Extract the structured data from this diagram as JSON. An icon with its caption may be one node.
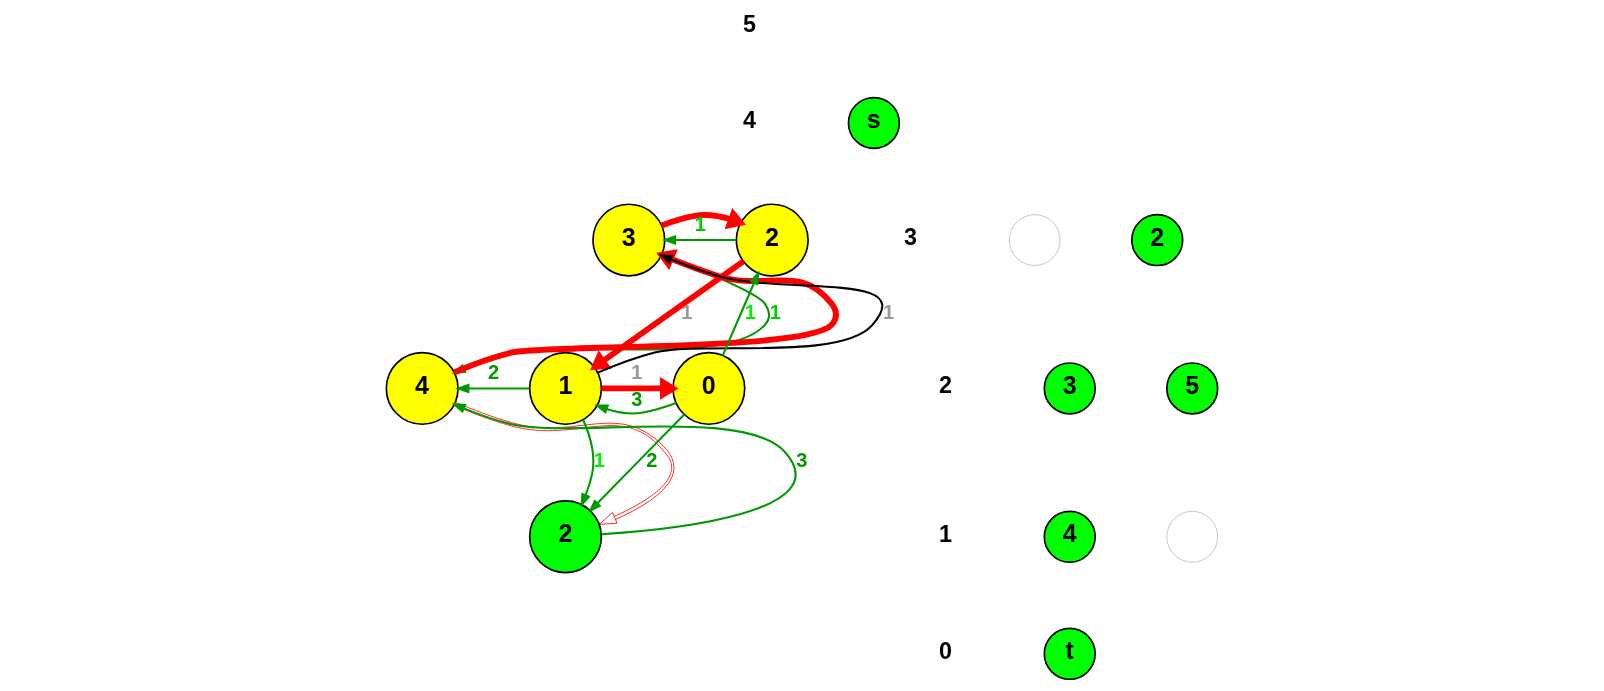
{
  "diagram": {
    "nodes": [
      {
        "text": [
          "s"
        ]
      },
      {
        "text": [],
        "shape": "circle"
      },
      {
        "text": [
          "2"
        ]
      },
      {
        "text": [
          "3"
        ]
      },
      {
        "text": [
          "5"
        ]
      },
      {
        "text": [
          "4"
        ]
      },
      {
        "text": [],
        "shape": "circle"
      },
      {
        "text": [
          "t"
        ]
      },
      {
        "text": [
          "3"
        ]
      },
      {
        "text": [
          "2"
        ]
      },
      {
        "text": [
          "4"
        ]
      },
      {
        "text": [
          "1"
        ]
      },
      {
        "text": [
          "0"
        ]
      },
      {
        "text": [
          "2"
        ]
      }
    ],
    "edges": [
      {
        "from": 8,
        "to": 9,
        "arrow": "to",
        "style": "thick",
        "color": "#ff0000"
      },
      {
        "from": 9,
        "to": 8,
        "arrow": "to",
        "label": "1"
      },
      {
        "from": 9,
        "to": 11,
        "arrow": "to",
        "label": "1",
        "style": "thick",
        "color": "#ff0000"
      },
      {
        "from": 11,
        "to": 8,
        "arrow": "to",
        "label": "1",
        "color": "#000000"
      },
      {
        "from": 10,
        "to": 8,
        "arrow": "to",
        "style": "thick",
        "color": "#ff0000"
      },
      {
        "from": 8,
        "to": 10,
        "arrow": "to",
        "label": "1"
      },
      {
        "from": 11,
        "to": 10,
        "arrow": "to",
        "label": "2"
      },
      {
        "from": 11,
        "to": 12,
        "arrow": "to",
        "label": "1",
        "style": "thick",
        "color": "#ff0000"
      },
      {
        "from": 12,
        "to": 11,
        "arrow": "to",
        "label": "3"
      },
      {
        "from": 12,
        "to": 9,
        "arrow": "to",
        "label": "1"
      },
      {
        "from": 11,
        "to": 13,
        "arrow": "to",
        "label": "1"
      },
      {
        "from": 12,
        "to": 13,
        "arrow": "to",
        "label": "2"
      },
      {
        "from": 13,
        "to": 10,
        "arrow": "to",
        "label": "3"
      },
      {
        "from": 10,
        "to": 13,
        "arrow": "to",
        "color": "#ff0000"
      }
    ],
    "labels": [
      "5",
      "4",
      "3",
      "2",
      "1",
      "0"
    ]
  }
}
